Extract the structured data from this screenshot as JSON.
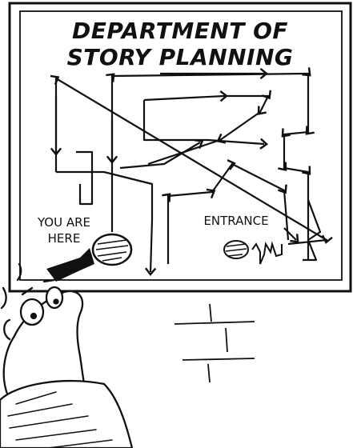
{
  "sign": {
    "title_line1": "DEPARTMENT OF",
    "title_line2": "STORY PLANNING",
    "you_are_here_line1": "YOU ARE",
    "you_are_here_line2": "HERE",
    "entrance_label": "ENTRANCE"
  },
  "colors": {
    "ink": "#111111",
    "paper": "#ffffff"
  }
}
